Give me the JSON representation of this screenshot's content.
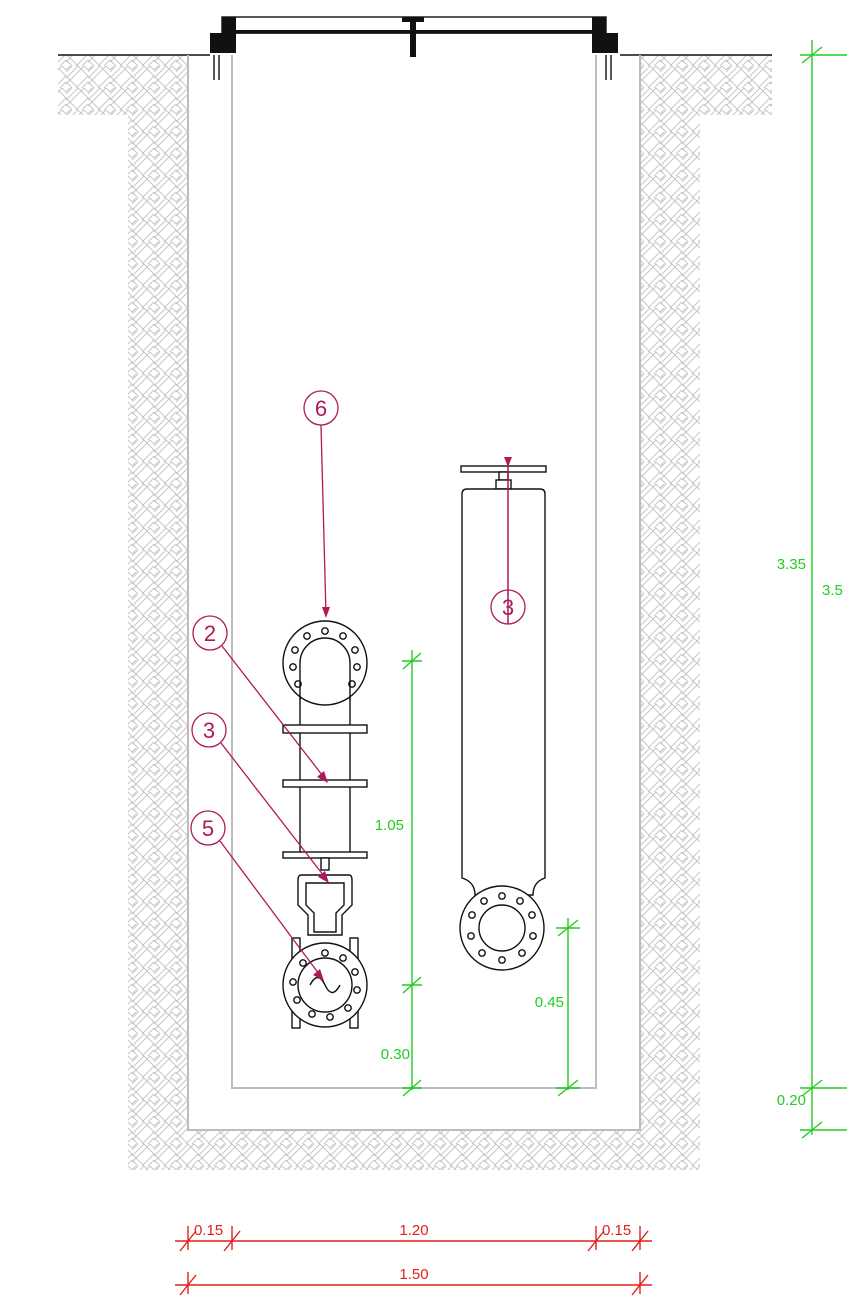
{
  "dimensions": {
    "vertical_right": [
      {
        "label": "3.35"
      },
      {
        "label": "3.5"
      },
      {
        "label": "0.20"
      }
    ],
    "vertical_inner": [
      {
        "label": "1.05"
      },
      {
        "label": "0.30"
      },
      {
        "label": "0.45"
      }
    ],
    "horizontal_bottom": [
      {
        "label": "0.15"
      },
      {
        "label": "1.20"
      },
      {
        "label": "0.15"
      },
      {
        "label": "1.50"
      }
    ]
  },
  "callouts": [
    {
      "number": "6"
    },
    {
      "number": "3"
    },
    {
      "number": "2"
    },
    {
      "number": "3"
    },
    {
      "number": "5"
    }
  ],
  "colors": {
    "dimension_green": "#22cc22",
    "dimension_red": "#e0201a",
    "callout_magenta": "#b0185a",
    "linework": "#111111",
    "soil_hatch": "#c7c7c7"
  }
}
